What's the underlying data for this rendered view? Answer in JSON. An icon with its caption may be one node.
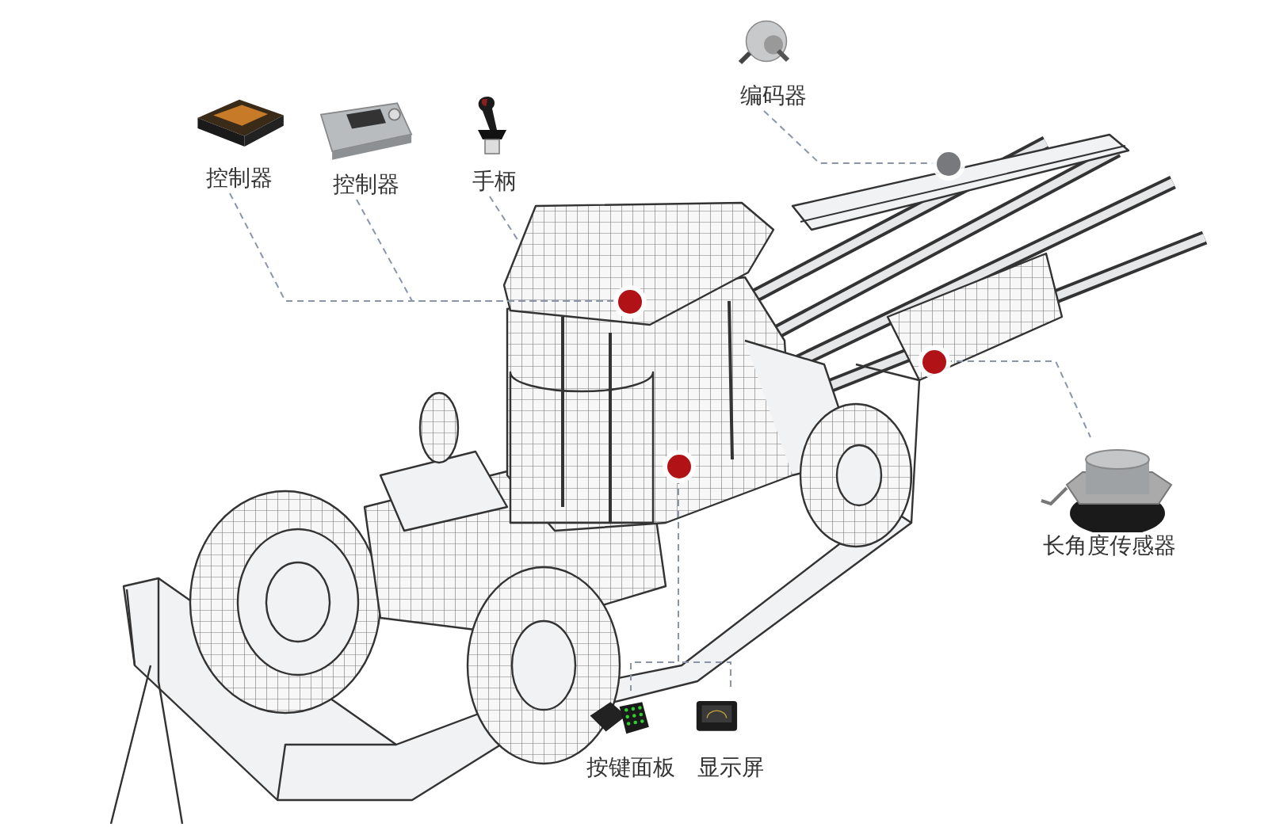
{
  "diagram": {
    "nodes": [
      {
        "text": [
          "控制器"
        ]
      },
      {
        "text": [
          "控制器"
        ]
      },
      {
        "text": [
          "手柄"
        ]
      },
      {
        "text": [
          "编码器"
        ]
      },
      {
        "text": [
          "长角度传感器"
        ]
      },
      {
        "text": [
          "按键面板"
        ]
      },
      {
        "text": [
          "显示屏"
        ]
      },
      {
        "text": [],
        "shape": "circle"
      },
      {
        "text": [],
        "shape": "circle"
      },
      {
        "text": [],
        "shape": "circle"
      },
      {
        "text": [],
        "shape": "circle"
      }
    ],
    "edges": [
      {
        "from": 0,
        "to": 8,
        "arrow": "none",
        "style": "dashed"
      },
      {
        "from": 1,
        "to": 8,
        "arrow": "none",
        "style": "dashed"
      },
      {
        "from": 2,
        "to": null,
        "arrow": "none",
        "style": "dashed"
      },
      {
        "from": 3,
        "to": 7,
        "arrow": "none",
        "style": "dashed"
      },
      {
        "from": 9,
        "to": 4,
        "arrow": "none",
        "style": "dashed"
      },
      {
        "from": 10,
        "to": 5,
        "arrow": "none",
        "style": "dashed"
      },
      {
        "from": 10,
        "to": 6,
        "arrow": "none",
        "style": "dashed"
      }
    ]
  }
}
